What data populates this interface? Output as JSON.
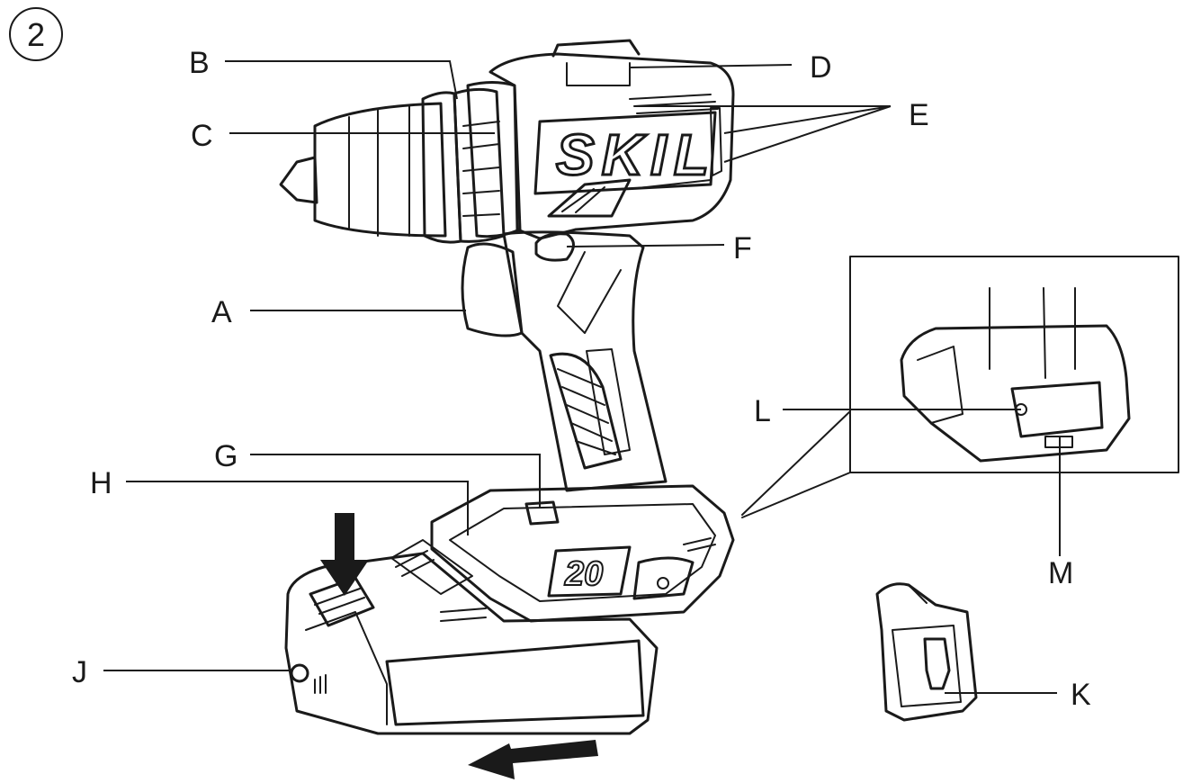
{
  "figure": {
    "number": "2"
  },
  "brand": {
    "logo_text": "SKIL",
    "battery_text": "20"
  },
  "labels": {
    "A": "A",
    "B": "B",
    "C": "C",
    "D": "D",
    "E": "E",
    "F": "F",
    "G": "G",
    "H": "H",
    "J": "J",
    "K": "K",
    "L": "L",
    "M": "M"
  }
}
